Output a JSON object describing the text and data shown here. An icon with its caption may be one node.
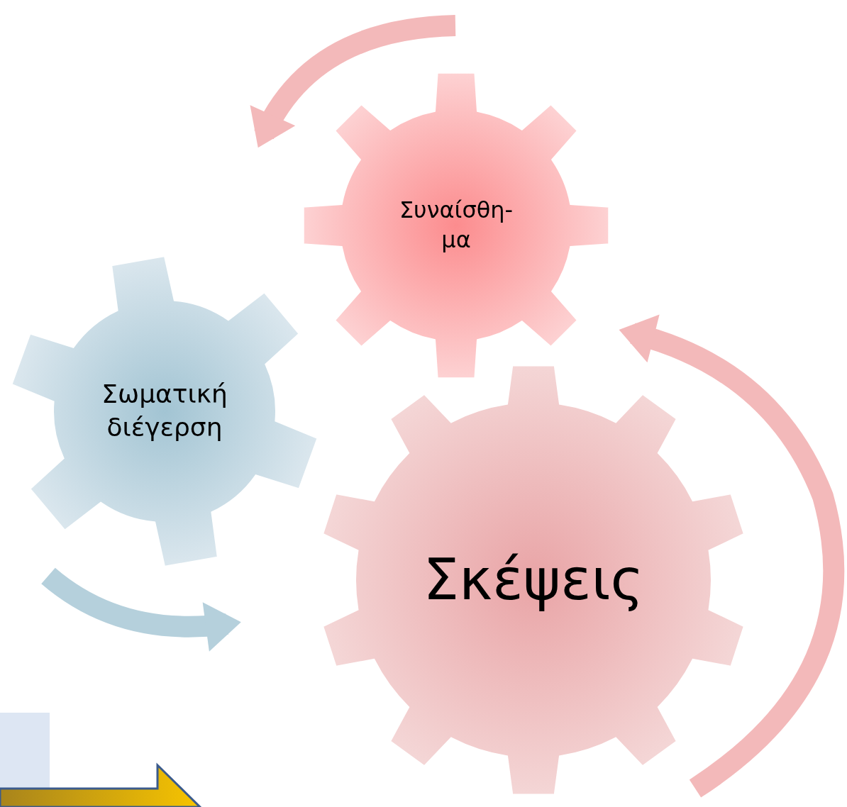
{
  "diagram": {
    "nodes": [
      {
        "text": [
          "Συναίσθη- μα"
        ]
      },
      {
        "text": [
          "Σωματική διέγερση"
        ]
      },
      {
        "text": [
          "Σκέψεις"
        ]
      }
    ]
  }
}
